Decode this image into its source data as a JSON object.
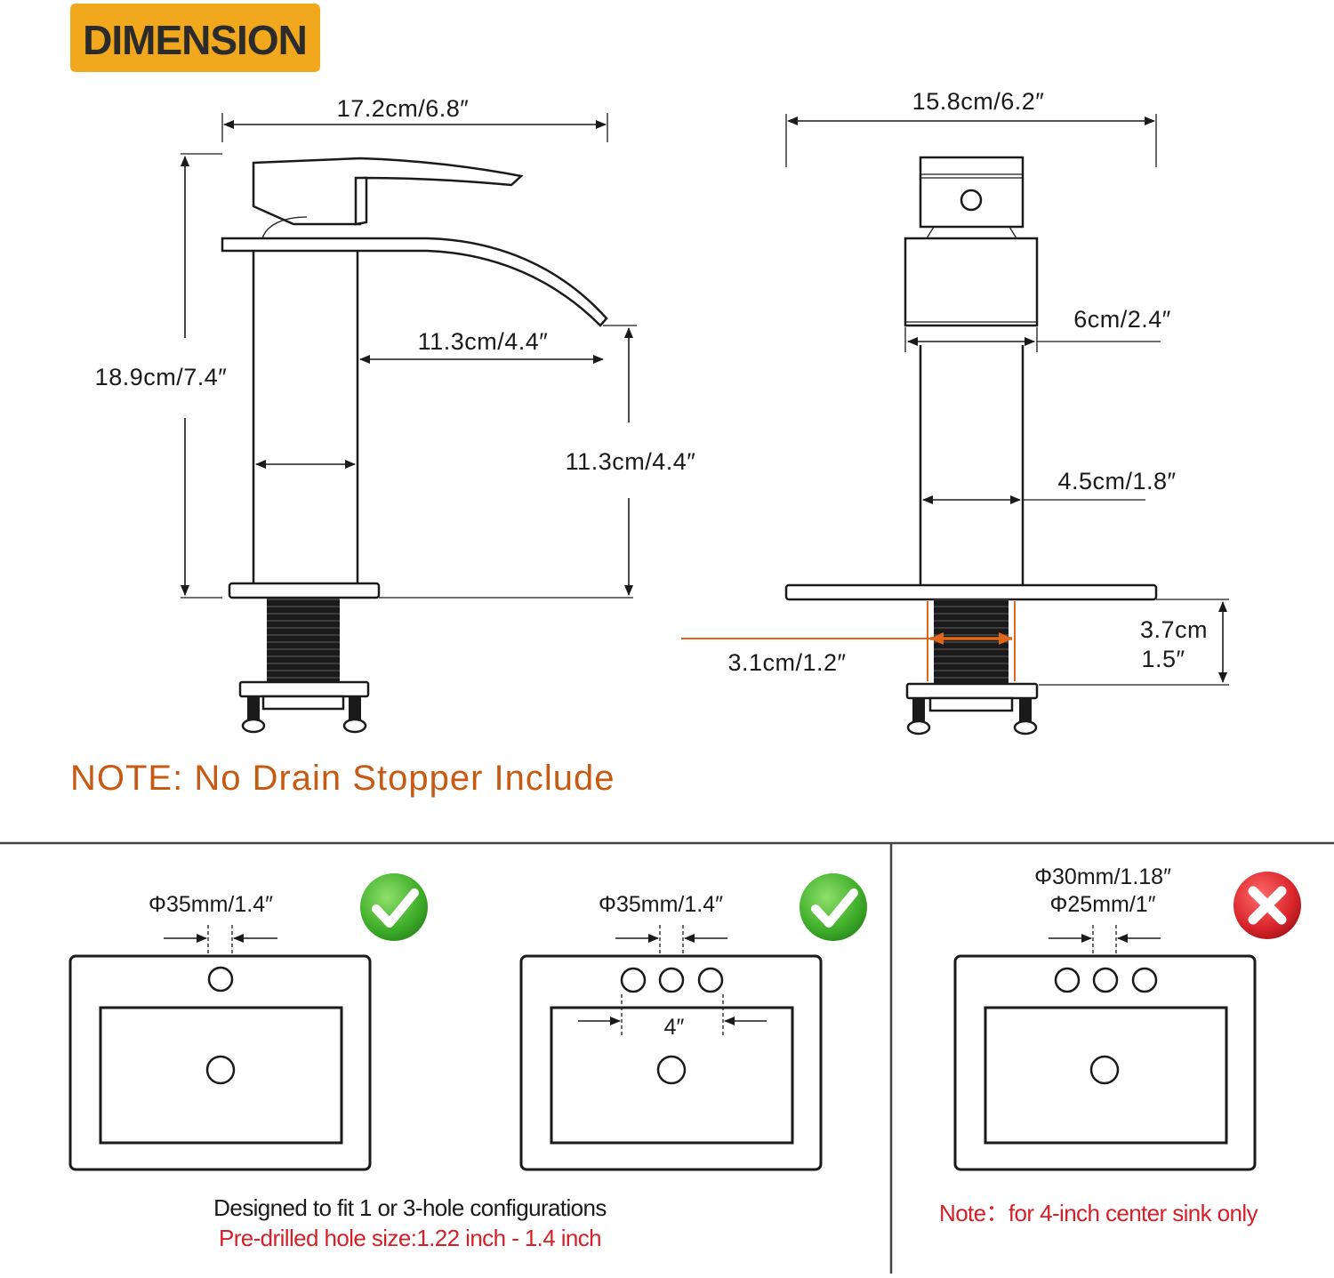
{
  "badge": {
    "text": "DIMENSION",
    "color": "#f2a81d"
  },
  "side_view": {
    "width": "17.2cm/6.8″",
    "height": "18.9cm/7.4″",
    "spout_reach": "11.3cm/4.4″",
    "spout_height": "11.3cm/4.4″"
  },
  "front_view": {
    "width": "15.8cm/6.2″",
    "body_width": "6cm/2.4″",
    "column_width": "4.5cm/1.8″",
    "shank_width": "3.1cm/1.2″",
    "shank_height_cm": "3.7cm",
    "shank_height_in": "1.5″"
  },
  "note": {
    "text": "NOTE: No Drain Stopper Include",
    "color": "#c75a12"
  },
  "sinks": {
    "one_hole": {
      "label": "Φ35mm/1.4″",
      "status_icon": "check-icon"
    },
    "three_hole": {
      "label": "Φ35mm/1.4″",
      "spacing": "4″",
      "status_icon": "check-icon"
    },
    "four_inch": {
      "label_1": "Φ30mm/1.18″",
      "label_2": "Φ25mm/1″",
      "status_icon": "x-icon"
    }
  },
  "captions": {
    "fit": "Designed to fit 1 or 3-hole configurations",
    "hole_size": "Pre-drilled hole size:1.22 inch - 1.4 inch",
    "center_note": "Note：for 4-inch center sink only"
  },
  "colors": {
    "check": "#3fae2a",
    "cross": "#d9262b",
    "accent_orange": "#e0661a",
    "caption_red": "#d61f26"
  }
}
